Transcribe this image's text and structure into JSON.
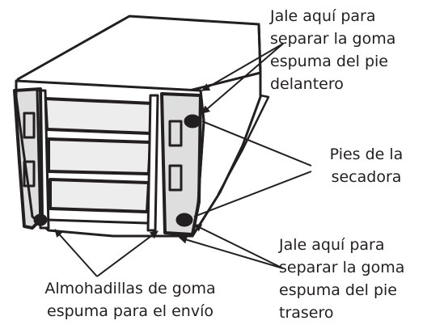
{
  "callouts": {
    "front_foot": "Jale aquí para\nseparar la goma\nespuma del pie\ndelantero",
    "dryer_feet": "Pies de la\nsecadora",
    "rear_foot": "Jale aquí para\nseparar la goma\nespuma del pie\ntrasero",
    "shipping_pads": "Almohadillas de goma\nespuma para el envío"
  },
  "colors": {
    "ink": "#231f20",
    "background": "#ffffff"
  }
}
